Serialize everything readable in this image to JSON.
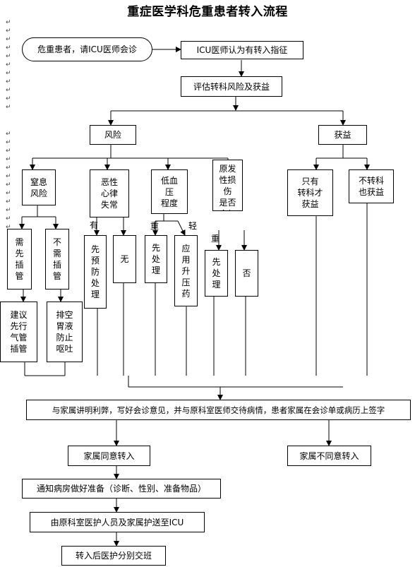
{
  "title": "重症医学科危重患者转入流程",
  "nodes": {
    "start": "危重患者，请ICU医师会诊",
    "indication": "ICU医师认为有转入指征",
    "assess": "评估转科风险及获益",
    "risk": "风险",
    "benefit": "获益",
    "choke": "窒息\n风险",
    "arrhythmia": "恶性\n心律\n失常",
    "hypotension": "低血\n压\n程度",
    "injury": "原发\n性损\n伤\n是否\n会加",
    "only_benefit": "只有\n转科才\n获益",
    "no_benefit": "不转科\n也获益",
    "need_intubate": "需\n先\n插\n管",
    "no_intubate": "不\n需\n插\n管",
    "prevent_first": "先\n预\n防\n处\n理",
    "none": "无",
    "treat_first_a": "先\n处\n理",
    "vasopressor": "应\n用\n升\n压\n药",
    "treat_first_b": "先\n处\n理",
    "no": "否",
    "advise_intubate": "建议\n先行\n气管\n插管",
    "empty_stomach": "排空\n胃液\n防止\n呕吐",
    "communicate": "与家属讲明利弊，写好会诊意见，并与原科室医师交待病情，患者家属在会诊单或病历上签字",
    "family_agree": "家属同意转入",
    "family_disagree": "家属不同意转入",
    "notify": "通知病房做好准备（诊断、性别、准备物品）",
    "escort": "由原科室医护人员及家属护送至ICU",
    "handover": "转入后医护分别交班"
  },
  "labels": {
    "yes": "有",
    "severe_a": "重",
    "mild": "轻",
    "severe_b": "重"
  },
  "rail_marks": {
    "top": "↵\n↵\n↵\n↵\n↵\n↵\n↵\n↵\n↵\n↵\n↵",
    "bottom": "↵\n↵\n↵\n↵\n↵\n↵\n↵\n↵\n↵\n↵\n↵\n↵"
  }
}
